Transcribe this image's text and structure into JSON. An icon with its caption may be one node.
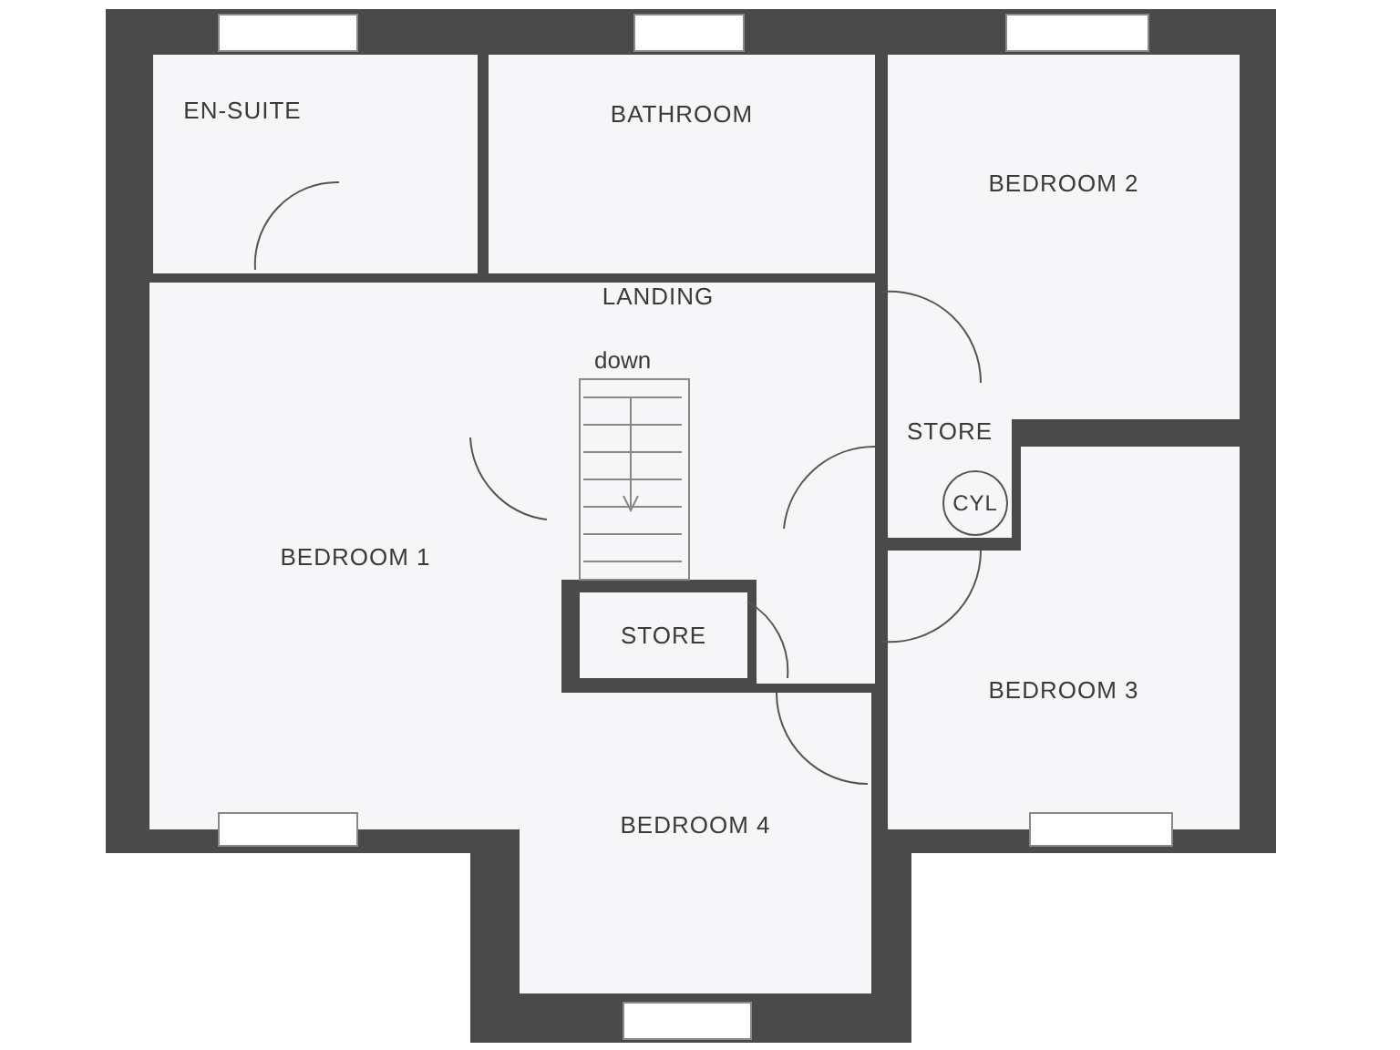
{
  "diagram": {
    "nodes": [
      {
        "text": [
          "EN-SUITE"
        ]
      },
      {
        "text": [
          "BATHROOM"
        ]
      },
      {
        "text": [
          "BEDROOM 2"
        ]
      },
      {
        "text": [
          "LANDING"
        ]
      },
      {
        "text": [
          "STORE"
        ]
      },
      {
        "text": [
          "CYL"
        ],
        "in": 4
      },
      {
        "text": [
          "BEDROOM 1"
        ]
      },
      {
        "text": [
          "STORE"
        ]
      },
      {
        "text": [
          "BEDROOM 3"
        ]
      },
      {
        "text": [
          "BEDROOM 4"
        ]
      }
    ],
    "labels": [
      "down"
    ]
  }
}
